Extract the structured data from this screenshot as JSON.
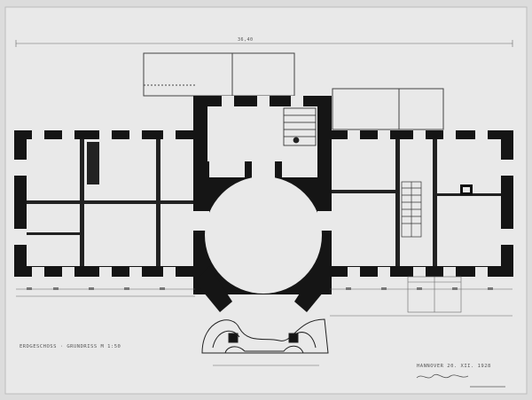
{
  "drawing": {
    "caption": "ERDGESCHOSS · GRUNDRISS   M 1:50",
    "place_date": "HANNOVER  20. XII. 1928",
    "signature": "Signature",
    "overall_dimension": "36,40",
    "colors": {
      "paper": "#dcdcdc",
      "sheet": "#e8e8e8",
      "ink": "#151515",
      "line": "#5a5a5a"
    }
  }
}
